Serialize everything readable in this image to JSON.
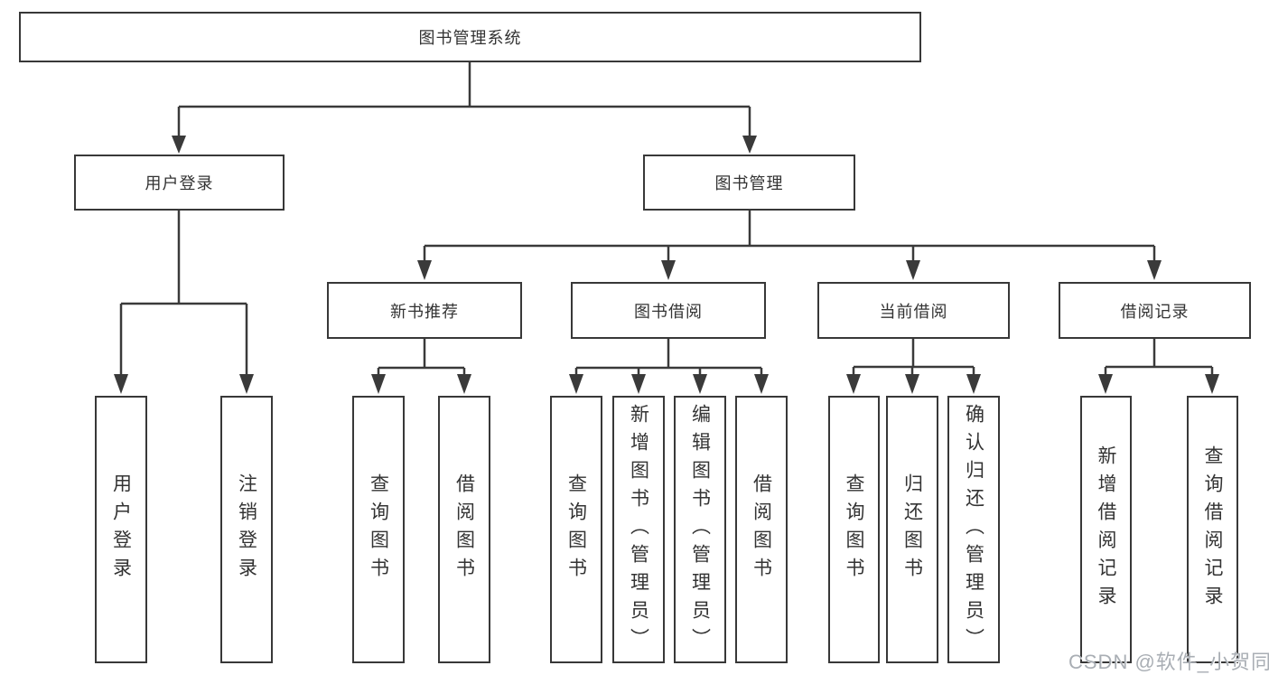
{
  "tree": {
    "label": "图书管理系统",
    "children": [
      {
        "label": "用户登录",
        "children": [
          {
            "label": "用户登录"
          },
          {
            "label": "注销登录"
          }
        ]
      },
      {
        "label": "图书管理",
        "children": [
          {
            "label": "新书推荐",
            "children": [
              {
                "label": "查询图书"
              },
              {
                "label": "借阅图书"
              }
            ]
          },
          {
            "label": "图书借阅",
            "children": [
              {
                "label": "查询图书"
              },
              {
                "label": "新增图书（管理员）"
              },
              {
                "label": "编辑图书（管理员）"
              },
              {
                "label": "借阅图书"
              }
            ]
          },
          {
            "label": "当前借阅",
            "children": [
              {
                "label": "查询图书"
              },
              {
                "label": "归还图书"
              },
              {
                "label": "确认归还（管理员）"
              }
            ]
          },
          {
            "label": "借阅记录",
            "children": [
              {
                "label": "新增借阅记录"
              },
              {
                "label": "查询借阅记录"
              }
            ]
          }
        ]
      }
    ]
  },
  "watermark": {
    "text": "CSDN @软件_小贺同学"
  },
  "colors": {
    "line": "#3a3a3a",
    "box_border": "#383838",
    "text": "#333333",
    "background": "#ffffff",
    "watermark": "#a9aeb4"
  }
}
